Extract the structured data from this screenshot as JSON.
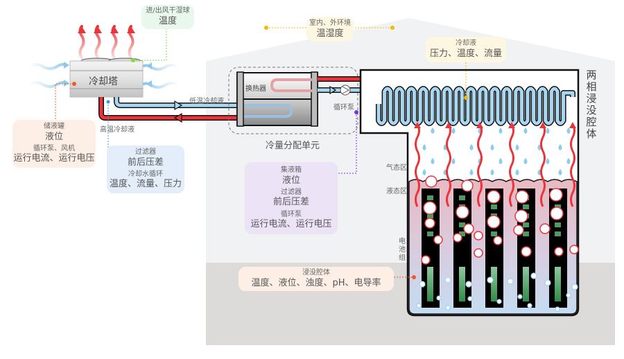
{
  "diagram": {
    "title": "两相浸没式液冷系统监测示意",
    "colors": {
      "hot_pipe": "#e8343a",
      "cold_pipe": "#a9d6f0",
      "building_bg": "#f1f2f4",
      "floor_bg": "#dcdbd9",
      "battery_green": "#3e9a5a",
      "droplet": "#8ccbea",
      "sensor_green": "#7ee03a",
      "sensor_red": "#f05a28",
      "sensor_blue": "#2ea0e6",
      "sensor_purple": "#7a2df0",
      "sensor_yellow": "#f6b800"
    },
    "components": {
      "cooling_tower": "冷却塔",
      "heat_exchanger": "换热器",
      "circulation_pump": "循环泵",
      "cdu": "冷量分配单元",
      "tank": "两相浸没腔体",
      "gas_zone": "气态区",
      "liquid_zone": "液态区",
      "battery_pack": "电池组"
    },
    "pipes": {
      "low_temp": "低温冷却液",
      "high_temp": "高温冷却液"
    },
    "monitor_labels": {
      "tower_air": {
        "main": "温度",
        "sub": "进/出风干湿球"
      },
      "storage": {
        "sub1": "储液罐",
        "main1": "液位",
        "sub2": "循环泵、风机",
        "main2": "运行电流、运行电压"
      },
      "filter_loop": {
        "sub1": "过滤器",
        "main1": "前后压差",
        "sub2": "冷却水循环",
        "main2": "温度、流量、压力"
      },
      "environment": {
        "sub": "室内、外环境",
        "main": "温湿度"
      },
      "coolant": {
        "sub": "冷却液",
        "main": "压力、温度、流量"
      },
      "cdu_detail": {
        "sub1": "集液箱",
        "main1": "液位",
        "sub2": "过滤器",
        "main2": "前后压差",
        "sub3": "循环泵",
        "main3": "运行电流、运行电压"
      },
      "chamber": {
        "sub": "浸没腔体",
        "main": "温度、液位、浊度、pH、电导率"
      }
    }
  }
}
